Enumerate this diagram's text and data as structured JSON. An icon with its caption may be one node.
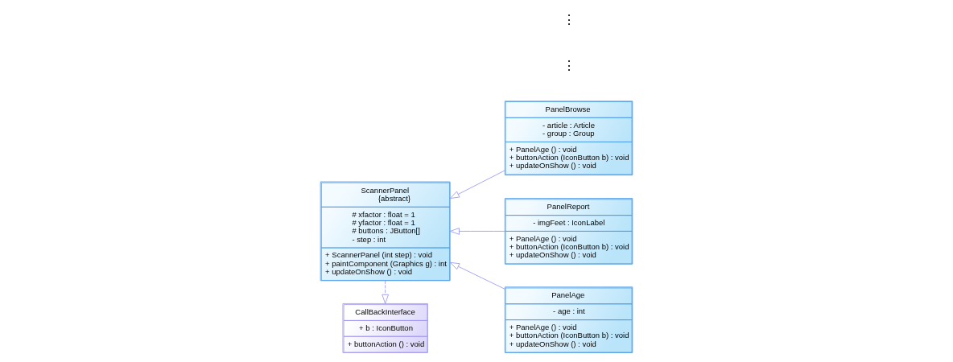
{
  "diagram": {
    "nodes": [
      {
        "text": [
          "CallBackInterface",
          "+ b : IconButton",
          "+ buttonAction () : void"
        ]
      },
      {
        "text": [
          "ScannerPanel",
          "{abstract}",
          "# xfactor : float = 1",
          "# yfactor : float = 1",
          "# buttons : JButton[]",
          "- step : int",
          "+ ScannerPanel (int step) : void",
          "+ paintComponent (Graphics g) : int",
          "+ updateOnShow () : void"
        ]
      },
      {
        "text": [
          "PanelBrowse",
          "- article : Article",
          "- group : Group",
          "+ PanelAge () : void",
          "+ buttonAction (IconButton b) : void",
          "+ updateOnShow () : void"
        ]
      },
      {
        "text": [
          "PanelReport",
          "- imgFeet : IconLabel",
          "+ PanelAge () : void",
          "+ buttonAction (IconButton b) : void",
          "+ updateOnShow () : void"
        ]
      },
      {
        "text": [
          "PanelAge",
          "- age : int",
          "+ PanelAge () : void",
          "+ buttonAction (IconButton b) : void",
          "+ updateOnShow () : void"
        ]
      }
    ],
    "edges": [
      {
        "from": 1,
        "to": 0,
        "arrow": "to",
        "style": "dashed"
      },
      {
        "from": 3,
        "to": 1,
        "arrow": "to"
      },
      {
        "from": 2,
        "to": 1,
        "arrow": "to"
      },
      {
        "from": 4,
        "to": 1,
        "arrow": "to"
      }
    ],
    "labels": [
      "⋮",
      "⋮"
    ]
  }
}
